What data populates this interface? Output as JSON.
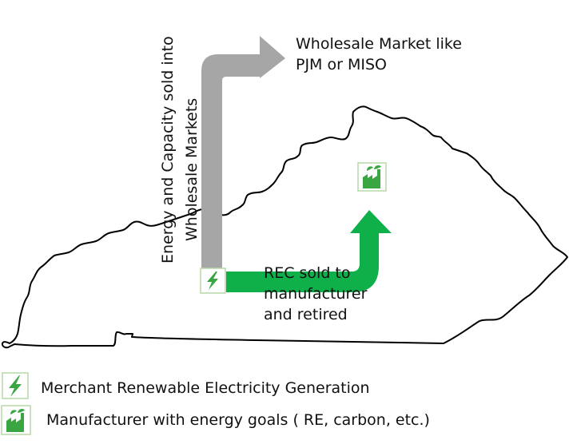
{
  "diagram": {
    "wholesale_label_line1": "Wholesale Market like",
    "wholesale_label_line2": "PJM or MISO",
    "vertical_label_line1": "Energy and Capacity sold into",
    "vertical_label_line2": "Wholesale Markets",
    "rec_label_line1": "REC sold to",
    "rec_label_line2": "manufacturer",
    "rec_label_line3": "and retired"
  },
  "legend": {
    "generation_label": "Merchant Renewable Electricity Generation",
    "manufacturer_label": "Manufacturer with energy goals ( RE, carbon, etc.)"
  },
  "icons": {
    "generation": "lightning-bolt-icon",
    "manufacturer": "green-factory-icon"
  },
  "colors": {
    "grey_arrow": "#a6a6a6",
    "green_arrow": "#0fb04a",
    "icon_green": "#3aa642",
    "outline": "#000000"
  }
}
